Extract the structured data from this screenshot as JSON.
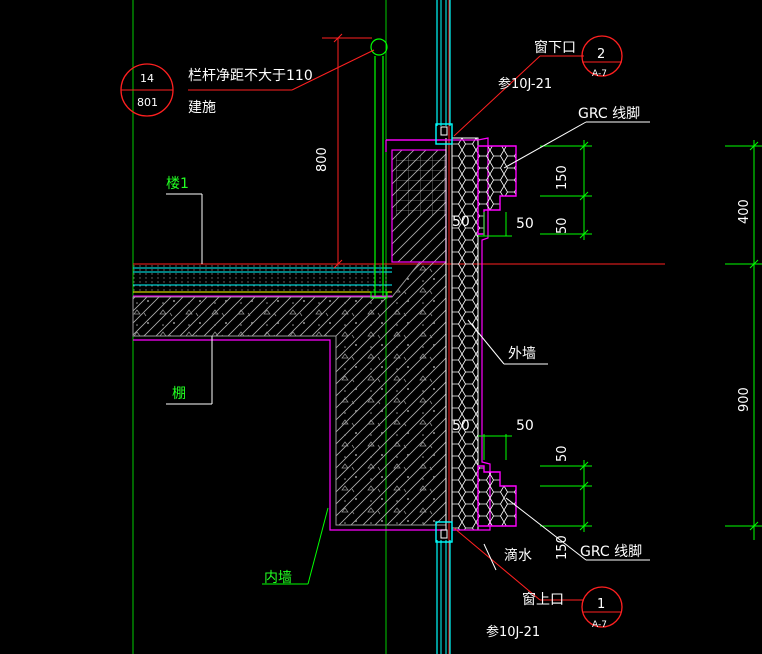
{
  "colors": {
    "background": "#000000",
    "red": "#ff2020",
    "green": "#00ff00",
    "cyan": "#00ffff",
    "magenta": "#ff00ff",
    "white": "#ffffff",
    "yellow": "#ffff00",
    "gray": "#9a9a9a"
  },
  "callouts": {
    "railing": {
      "top": "14",
      "bottom": "801"
    },
    "window_sill": {
      "top": "2",
      "bottom": "A-7"
    },
    "window_head": {
      "top": "1",
      "bottom": "A-7"
    }
  },
  "labels": {
    "railing_note": "栏杆净距不大于110",
    "railing_ref": "建施",
    "window_sill": "窗下口",
    "window_sill_ref": "参10J-21",
    "grc_top": "GRC 线脚",
    "grc_bottom": "GRC 线脚",
    "floor": "楼1",
    "ceiling": "棚",
    "outer_wall": "外墙",
    "inner_wall": "内墙",
    "drip": "滴水",
    "window_head": "窗上口",
    "window_head_ref": "参10J-21"
  },
  "dimensions": {
    "railing_height": "800",
    "grc_top_height": "150",
    "grc_top_step": "50",
    "grc_top_depth": "50",
    "grc_top_thickness": "50",
    "grc_bottom_height": "50",
    "grc_bottom_step": "150",
    "grc_bottom_depth": "50",
    "grc_bottom_thickness": "50",
    "right_upper": "400",
    "right_lower": "900"
  }
}
